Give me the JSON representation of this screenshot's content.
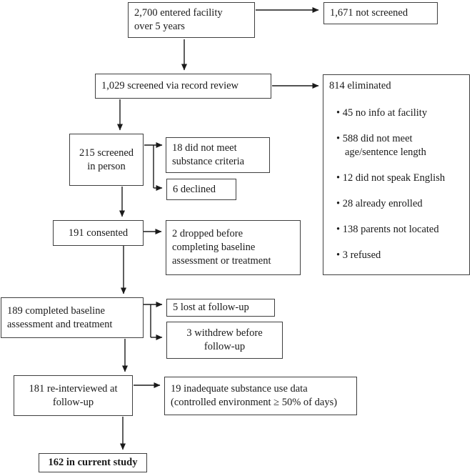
{
  "colors": {
    "background": "#ffffff",
    "box_border": "#3f3f3f",
    "arrow": "#1a1a1a",
    "text": "#1a1a1a"
  },
  "boxes": {
    "entered": {
      "line1": "2,700 entered facility",
      "line2": "over 5 years"
    },
    "not_screened": {
      "line1": "1,671 not screened"
    },
    "record_review": {
      "line1": "1,029 screened via record review"
    },
    "eliminated": {
      "title": "814 eliminated",
      "bullet_glyph": "•",
      "bullets": [
        "45 no info at facility",
        "588 did not meet age/sentence length",
        "12 did not speak English",
        "28 already enrolled",
        "138 parents not located",
        "3 refused"
      ]
    },
    "screened_person": {
      "line1": "215 screened",
      "line2": "in person"
    },
    "substance_criteria": {
      "line1": "18 did not meet",
      "line2": "substance criteria"
    },
    "declined": {
      "line1": "6 declined"
    },
    "consented": {
      "line1": "191 consented"
    },
    "dropped": {
      "line1": "2 dropped before",
      "line2": "completing baseline",
      "line3": "assessment or treatment"
    },
    "baseline": {
      "line1": "189 completed baseline",
      "line2": "assessment and treatment"
    },
    "lost": {
      "line1": "5 lost at follow-up"
    },
    "withdrew": {
      "line1": "3 withdrew before",
      "line2": "follow-up"
    },
    "reinterviewed": {
      "line1": "181 re-interviewed at",
      "line2": "follow-up"
    },
    "inadequate": {
      "line1": "19 inadequate substance use data",
      "line2": "(controlled environment ≥ 50% of days)"
    },
    "current_study": {
      "line1": "162 in current study"
    }
  }
}
